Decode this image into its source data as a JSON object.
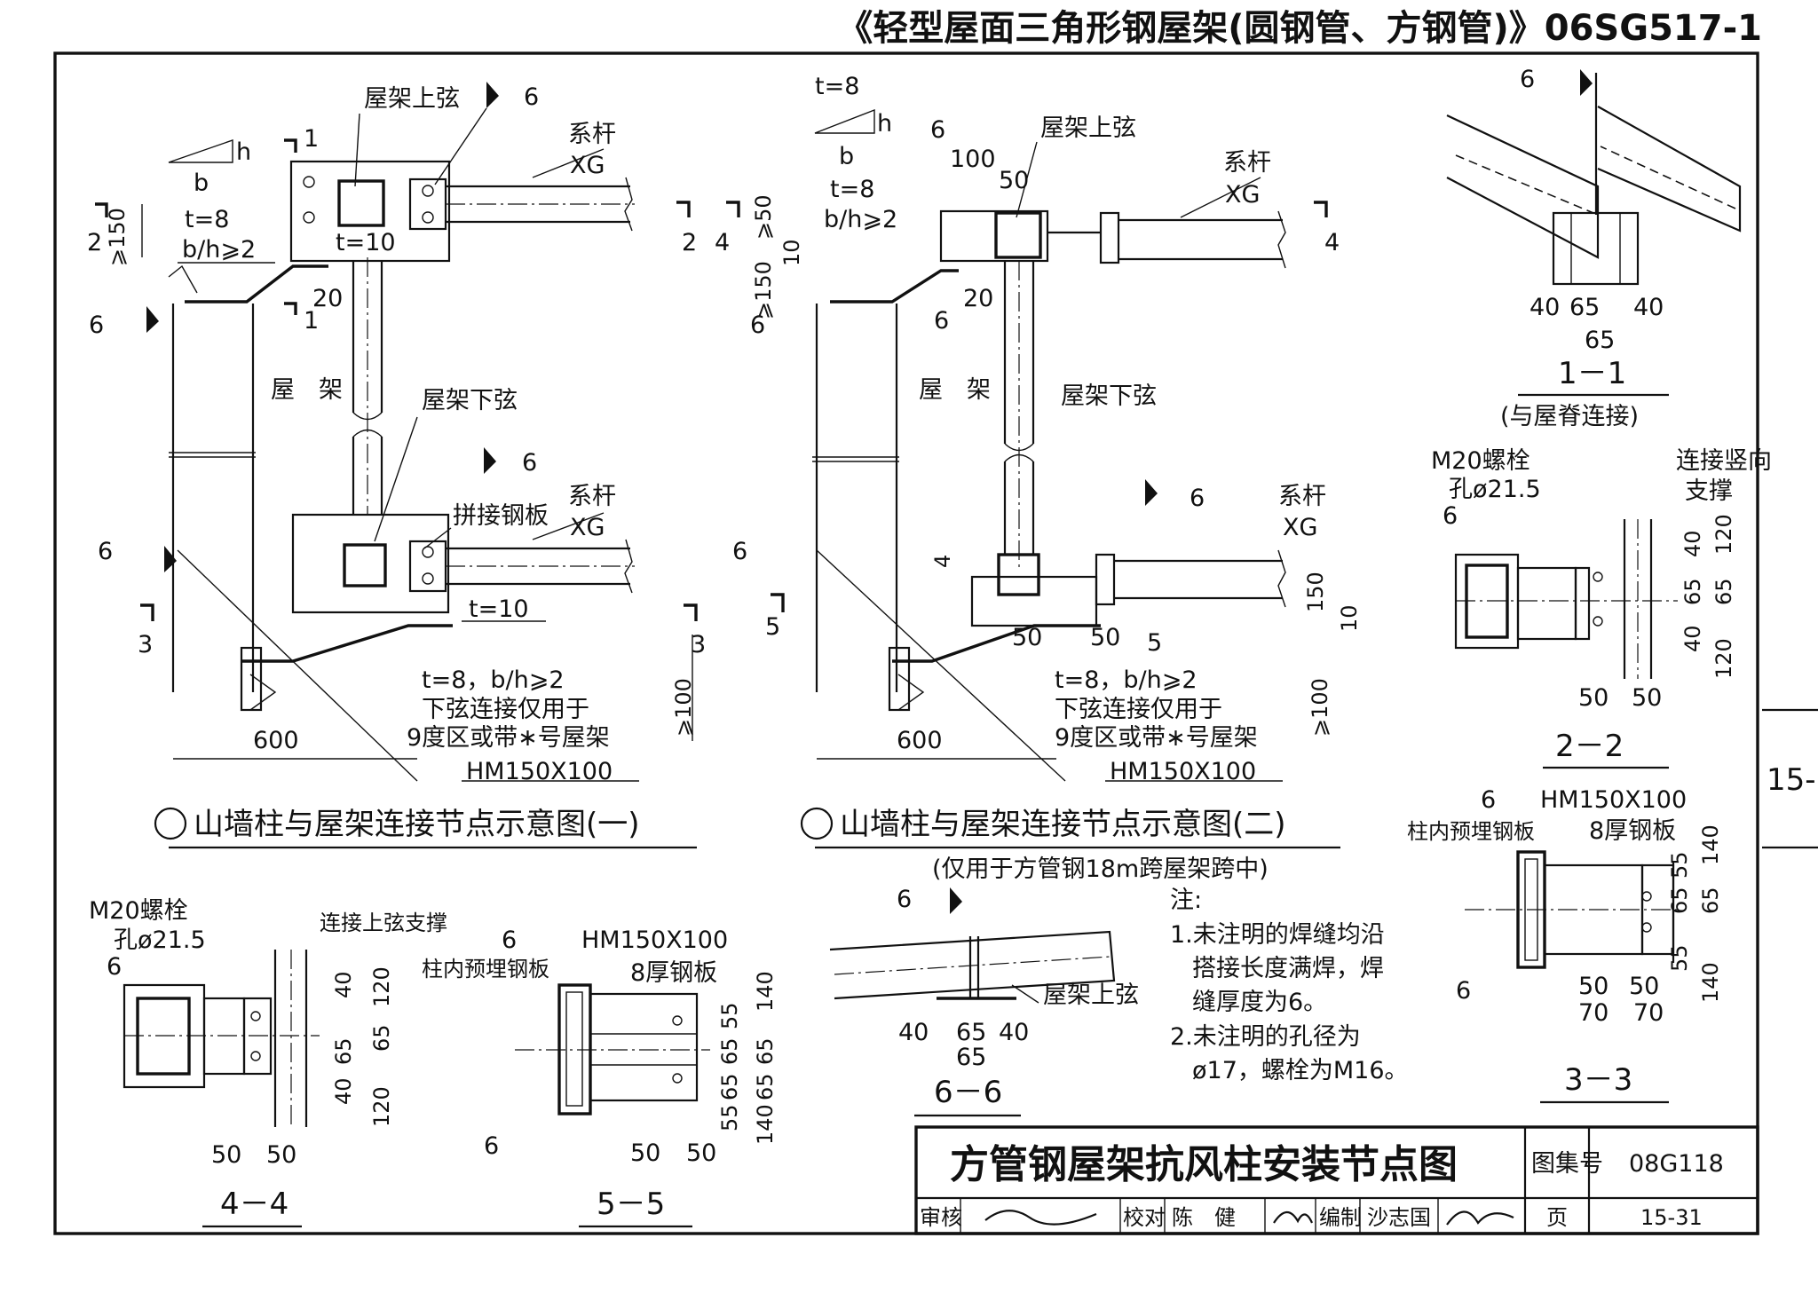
{
  "header": {
    "book_title": "《轻型屋面三角形钢屋架(圆钢管、方钢管)》06SG517-1"
  },
  "side_tab": "15-",
  "fig1": {
    "title": "山墙柱与屋架连接节点示意图(一)",
    "labels": {
      "upper_chord": "屋架上弦",
      "tie_rod": "系杆",
      "xg": "XG",
      "truss": "屋　架",
      "lower_chord": "屋架下弦",
      "splice_plate": "拼接钢板",
      "t8": "t=8",
      "bh2": "b/h⩾2",
      "t10": "t=10",
      "t10b": "t=10",
      "note_t": "t=8，b/h⩾2",
      "note1": "下弦连接仅用于",
      "note2": "9度区或带∗号屋架",
      "hm": "HM150X100",
      "weld6": "6",
      "d150": "⩾150",
      "d100": "⩾100",
      "d20": "20",
      "d600": "600",
      "sec1": "1",
      "sec2": "2",
      "sec3": "3",
      "b": "b",
      "h": "h"
    }
  },
  "fig2": {
    "title": "山墙柱与屋架连接节点示意图(二)",
    "subtitle": "(仅用于方管钢18m跨屋架跨中)",
    "labels": {
      "t8": "t=8",
      "t8b": "t=8",
      "bh2": "b/h⩾2",
      "d100": "100",
      "d50": "50",
      "d50b": "50",
      "d50c": "50",
      "d10": "10",
      "d150": "⩾150",
      "d50v": "⩾50",
      "d20": "20",
      "d4": "4",
      "d150b": "150",
      "d10b": "10",
      "d100b": "⩾100",
      "d600": "600",
      "upper_chord": "屋架上弦",
      "tie_rod": "系杆",
      "xg": "XG",
      "tie_rod2": "系杆",
      "xg2": "XG",
      "truss": "屋　架",
      "lower_chord": "屋架下弦",
      "note_t": "t=8，b/h⩾2",
      "note1": "下弦连接仅用于",
      "note2": "9度区或带∗号屋架",
      "hm": "HM150X100",
      "weld6": "6",
      "sec4": "4",
      "sec5": "5",
      "sec6": "6",
      "b": "b",
      "h": "h"
    }
  },
  "sec11": {
    "title": "1－1",
    "subtitle": "(与屋脊连接)",
    "weld": "6",
    "d40": "40",
    "d65": "65",
    "d40b": "40",
    "d65b": "65"
  },
  "sec22": {
    "title": "2－2",
    "bolt": "M20螺栓",
    "hole": "孔ø21.5",
    "weld": "6",
    "brace": "连接竖向",
    "brace2": "支撑",
    "d40": "40",
    "d65": "65",
    "d65b": "65",
    "d40b": "40",
    "d120": "120",
    "d120b": "120",
    "d50": "50",
    "d50b": "50"
  },
  "sec33": {
    "title": "3－3",
    "weld": "6",
    "hm": "HM150X100",
    "embed": "柱内预埋钢板",
    "plate": "8厚钢板",
    "d140": "140",
    "d55": "55",
    "d65": "65",
    "d65b": "65",
    "d55b": "55",
    "d140b": "140",
    "d50": "50",
    "d50b": "50",
    "d70": "70",
    "d70b": "70",
    "weld2": "6"
  },
  "sec44": {
    "title": "4－4",
    "bolt": "M20螺栓",
    "hole": "孔ø21.5",
    "weld": "6",
    "brace": "连接上弦支撑",
    "d40": "40",
    "d65": "65",
    "d40b": "40",
    "d120": "120",
    "d65b": "65",
    "d120b": "120",
    "d50": "50",
    "d50b": "50"
  },
  "sec55": {
    "title": "5－5",
    "weld": "6",
    "hm": "HM150X100",
    "embed": "柱内预埋钢板",
    "plate": "8厚钢板",
    "d55": "55",
    "d65": "65",
    "d65b": "65",
    "d55b": "55",
    "d140": "140",
    "d65c": "65",
    "d65d": "65",
    "d140b": "140",
    "d50": "50",
    "d50b": "50",
    "weld2": "6"
  },
  "sec66": {
    "title": "6－6",
    "weld": "6",
    "chord": "屋架上弦",
    "d40": "40",
    "d65": "65",
    "d40b": "40",
    "d65b": "65"
  },
  "notes": {
    "head": "注:",
    "n1a": "1.未注明的焊缝均沿",
    "n1b": "搭接长度满焊，焊",
    "n1c": "缝厚度为6。",
    "n2a": "2.未注明的孔径为",
    "n2b": "ø17，螺栓为M16。"
  },
  "title_block": {
    "title": "方管钢屋架抗风柱安装节点图",
    "atlas_label": "图集号",
    "atlas_no": "08G118",
    "review": "审核",
    "check": "校对",
    "checker": "陈　健",
    "compile": "编制",
    "compiler": "沙志国",
    "page_label": "页",
    "page_no": "15-31"
  }
}
